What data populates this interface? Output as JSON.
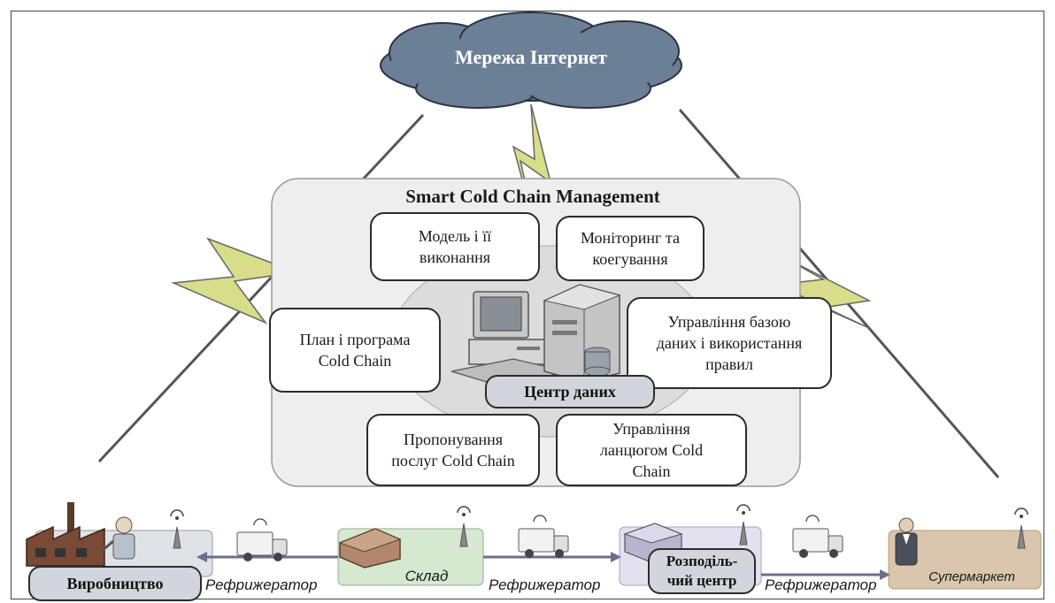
{
  "cloud": {
    "label": "Мережа Інтернет"
  },
  "system": {
    "title": "Smart Cold Chain Management"
  },
  "modules": {
    "model": "Модель і її\nвиконання",
    "monitoring": "Моніторинг та\nкоегування",
    "plan": "План і програма\nCold Chain",
    "database": "Управління базою\nданих і використання\nправил",
    "services": "Пропонування\nпослуг Cold Chain",
    "chain": "Управління\nланцюгом Cold\nChain"
  },
  "hub": {
    "label": "Центр даних"
  },
  "chain": {
    "production": "Виробництво",
    "warehouse": "Склад",
    "distribution": "Розподіль-\nчий центр",
    "supermarket": "Супермаркет",
    "transport_1": "Рефрижератор",
    "transport_2": "Рефрижератор",
    "transport_3": "Рефрижератор"
  },
  "colors": {
    "cloud": "#6b7f96",
    "lightning": "#d8dd8a",
    "panel": "#eeeeee",
    "warehouse": "#d5e8d0",
    "distribution": "#e3e0ef",
    "supermarket": "#d9c6ac",
    "production": "#dfe3e8",
    "pill": "#d2d6dc"
  }
}
